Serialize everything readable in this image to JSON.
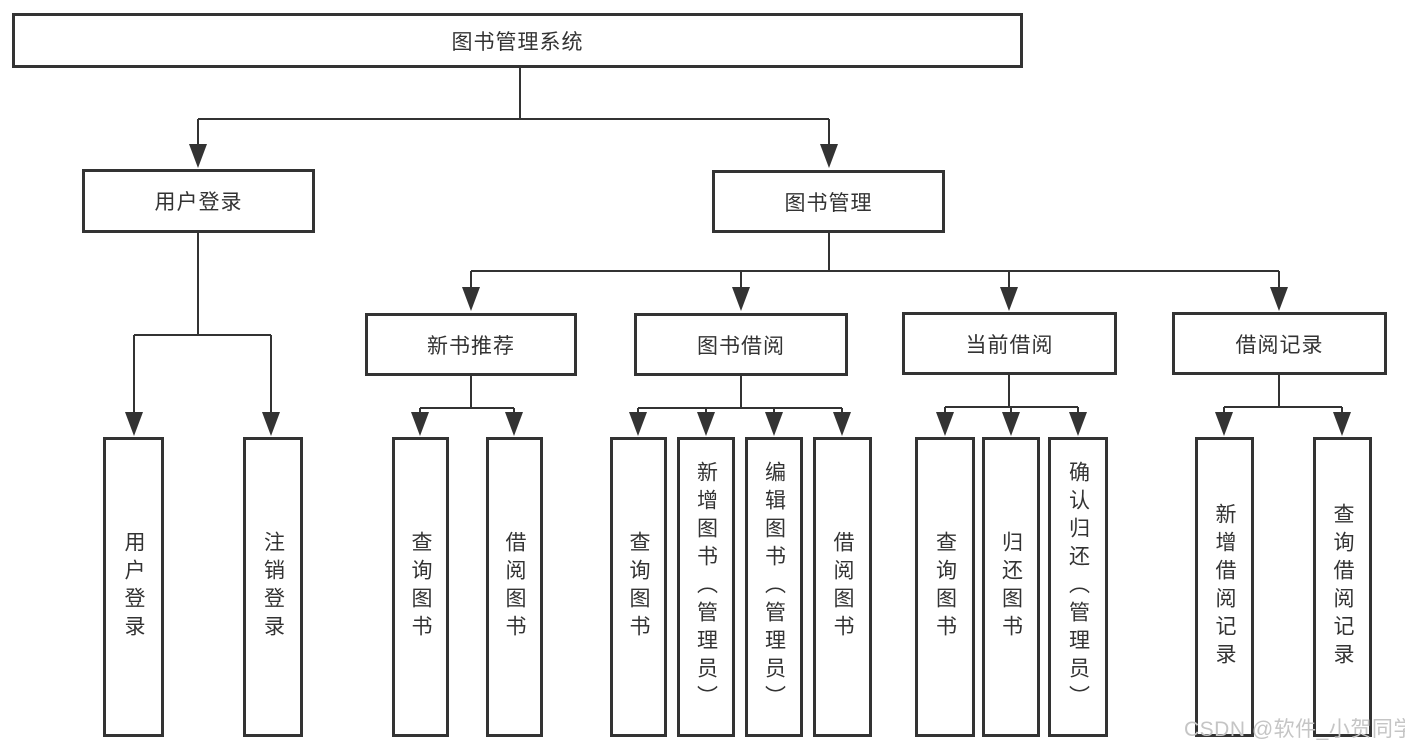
{
  "nodes": {
    "root": "图书管理系统",
    "user_login": "用户登录",
    "book_mgmt": "图书管理",
    "new_books": "新书推荐",
    "book_borrow": "图书借阅",
    "current_borrow": "当前借阅",
    "borrow_records": "借阅记录",
    "leaf_user_login": "用户登录",
    "leaf_logout": "注销登录",
    "leaf_nb_query": "查询图书",
    "leaf_nb_borrow": "借阅图书",
    "leaf_bb_query": "查询图书",
    "leaf_bb_add": "新增图书（管理员）",
    "leaf_bb_edit": "编辑图书（管理员）",
    "leaf_bb_borrow": "借阅图书",
    "leaf_cb_query": "查询图书",
    "leaf_cb_return": "归还图书",
    "leaf_cb_confirm": "确认归还（管理员）",
    "leaf_br_add": "新增借阅记录",
    "leaf_br_query": "查询借阅记录"
  },
  "watermark": "CSDN @软件_小贺同学",
  "colors": {
    "line": "#333333",
    "box_border": "#333333",
    "text": "#333333",
    "watermark": "#c5c5c5",
    "background": "#ffffff"
  }
}
